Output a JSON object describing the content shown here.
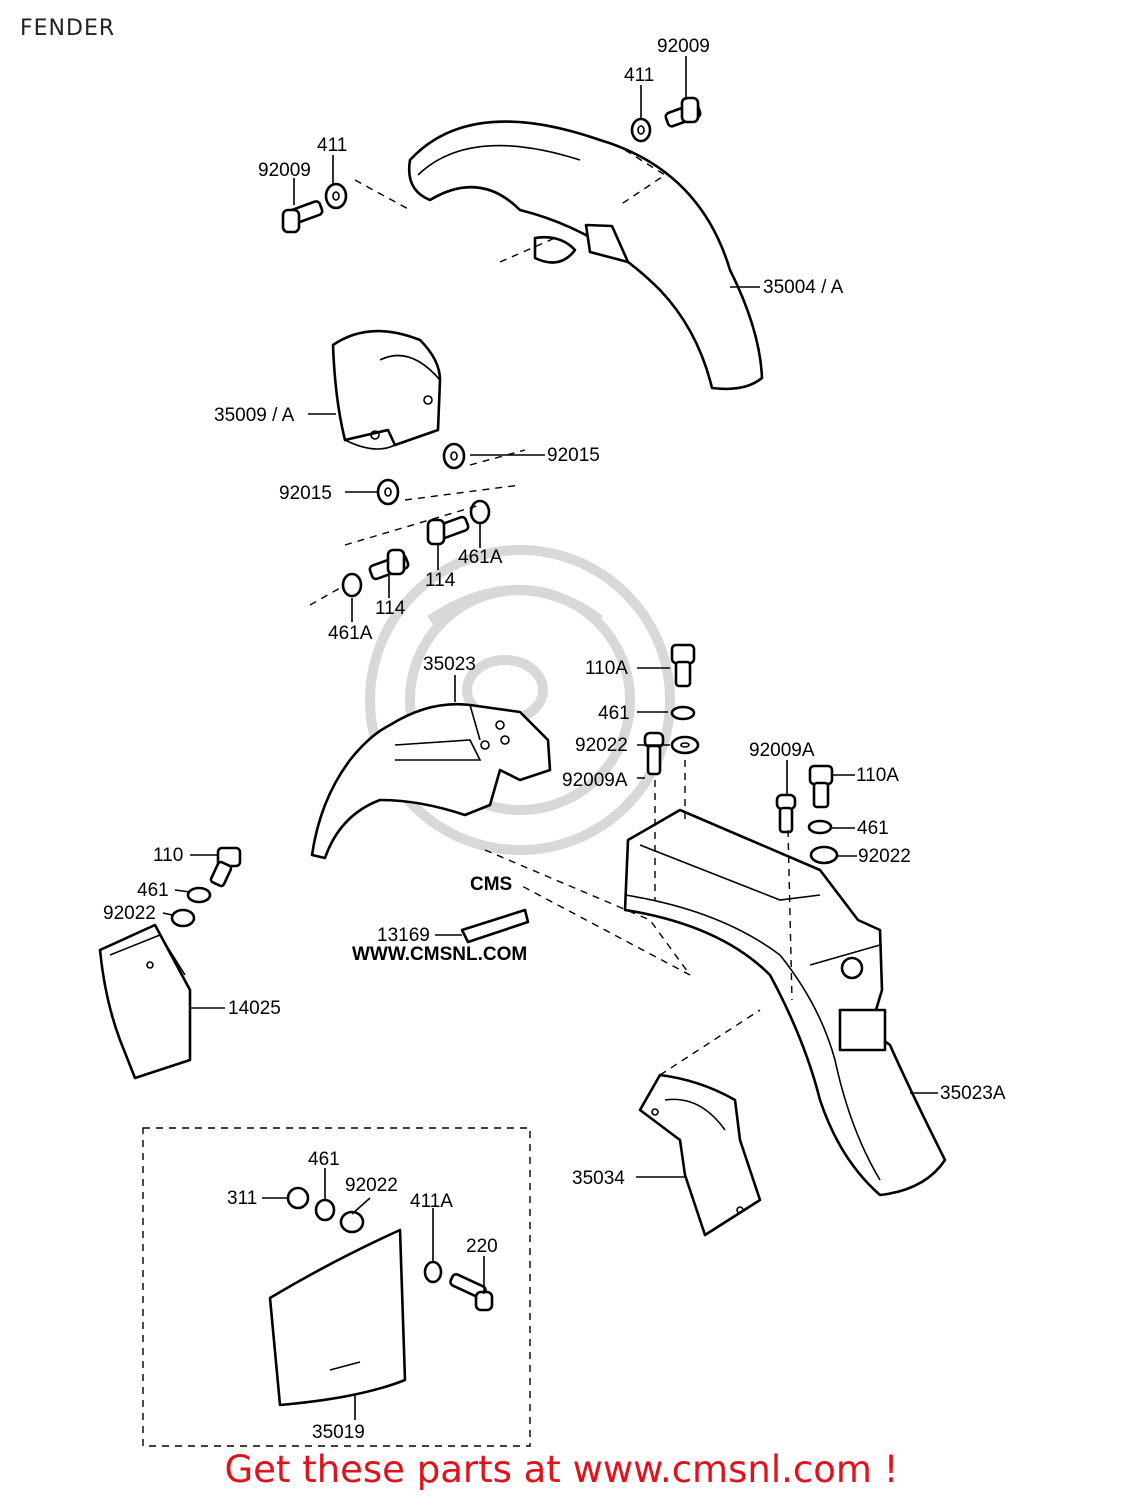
{
  "title": "FENDER",
  "watermark": {
    "logo_text": "CMS",
    "url_text": "WWW.CMSNL.COM"
  },
  "callout": "Get these parts at www.cmsnl.com !",
  "colors": {
    "callout": "#e0121b",
    "watermark": "#d8d8d8",
    "line": "#000000"
  },
  "labels": {
    "l92009_top": "92009",
    "l411_top": "411",
    "l92009_left": "92009",
    "l411_left": "411",
    "l35004": "35004 / A",
    "l35009": "35009 / A",
    "l92015_r": "92015",
    "l92015_l": "92015",
    "l461A_r": "461A",
    "l114_r": "114",
    "l114_l": "114",
    "l461A_l": "461A",
    "l35023": "35023",
    "l110A_1": "110A",
    "l461_1": "461",
    "l92022_1": "92022",
    "l92009A_1": "92009A",
    "l92009A_2": "92009A",
    "l110A_2": "110A",
    "l461_2": "461",
    "l92022_2": "92022",
    "l110": "110",
    "l461_3": "461",
    "l92022_3": "92022",
    "l13169": "13169",
    "l14025": "14025",
    "l35023A": "35023A",
    "l35034": "35034",
    "l461_4": "461",
    "l311": "311",
    "l92022_4": "92022",
    "l411A": "411A",
    "l220": "220",
    "l35019": "35019"
  }
}
